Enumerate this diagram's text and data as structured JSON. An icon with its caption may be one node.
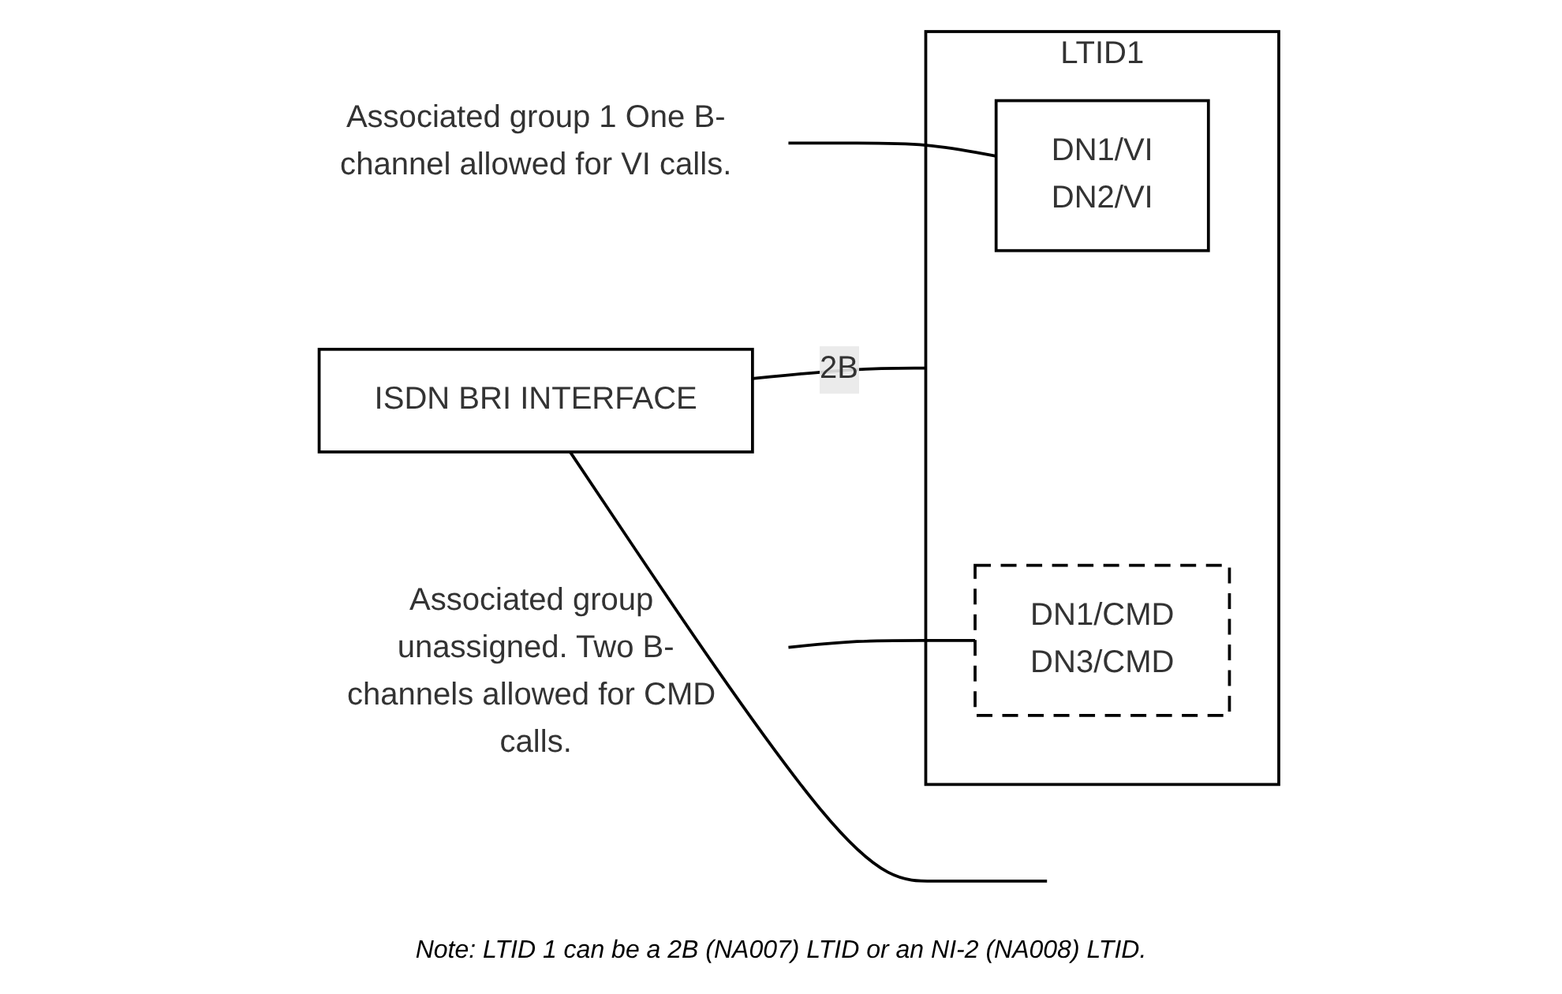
{
  "diagram": {
    "caption": "Note: LTID 1 can be a 2B (NA007) LTID or an NI-2 (NA008) LTID.",
    "nodes": [
      {
        "text": [
          "ISDN BRI INTERFACE"
        ]
      },
      {
        "text": [
          "LTID1"
        ]
      },
      {
        "text": [
          "DN1/VI",
          "DN2/VI"
        ],
        "in": 1
      },
      {
        "text": [
          "DN1/CMD",
          "DN3/CMD"
        ],
        "in": 1
      },
      {
        "text": [
          "Associated group 1 One B-channel allowed for VI calls."
        ]
      },
      {
        "text": [
          "Associated group unassigned. Two B-channels allowed for CMD calls."
        ]
      }
    ],
    "edges": [
      {
        "from": 0,
        "to": null,
        "arrow": "none"
      },
      {
        "from": 0,
        "to": 1,
        "arrow": "none",
        "label": "2B"
      },
      {
        "from": 4,
        "to": 2,
        "arrow": "none"
      },
      {
        "from": 5,
        "to": 3,
        "arrow": "none"
      }
    ]
  }
}
